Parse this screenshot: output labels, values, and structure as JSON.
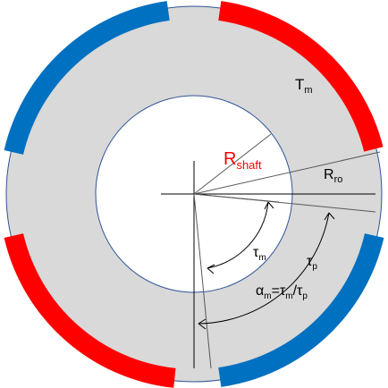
{
  "labels": {
    "r_shaft_main": "R",
    "r_shaft_sub": "shaft",
    "r_ro_main": "R",
    "r_ro_sub": "ro",
    "t_m_main": "T",
    "t_m_sub": "m",
    "tau_m_main": "τ",
    "tau_m_sub": "m",
    "tau_p_main": "τ",
    "tau_p_sub": "p",
    "alpha_a": "α",
    "alpha_a_sub": "m",
    "alpha_eq": "=τ",
    "alpha_eq_sub": "m",
    "alpha_div": "/τ",
    "alpha_div_sub": "p"
  },
  "colors": {
    "rotor_fill": "#d9d9d9",
    "magnet_red": "#ff0000",
    "magnet_blue": "#0070c0",
    "shaft_fill": "#ffffff",
    "outline": "#2f5597",
    "red_label": "#ff0000",
    "text": "#000000"
  }
}
